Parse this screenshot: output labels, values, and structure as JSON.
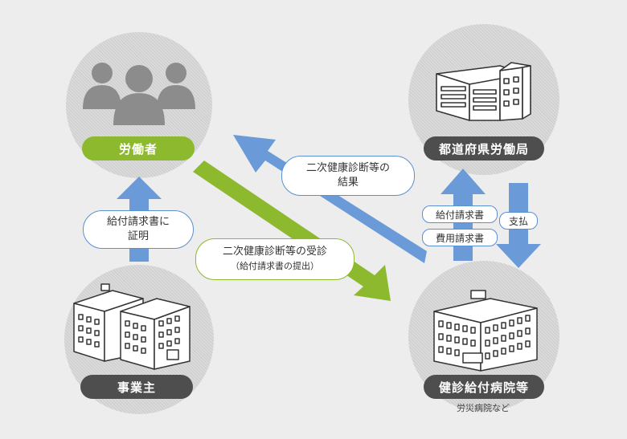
{
  "nodes": {
    "worker": "労働者",
    "employer": "事業主",
    "prefectural_bureau": "都道府県労働局",
    "hospital": "健診給付病院等",
    "hospital_note": "労災病院など"
  },
  "flows": {
    "certify_line1": "給付請求書に",
    "certify_line2": "証明",
    "exam_line1": "二次健康診断等の受診",
    "exam_line2": "（給付請求書の提出）",
    "result_line1": "二次健康診断等の",
    "result_line2": "結果",
    "benefit_claim": "給付請求書",
    "cost_claim": "費用請求書",
    "payment": "支払"
  },
  "colors": {
    "green": "#8db92e",
    "blue": "#6a9bd8",
    "dark": "#4e4e4e"
  }
}
